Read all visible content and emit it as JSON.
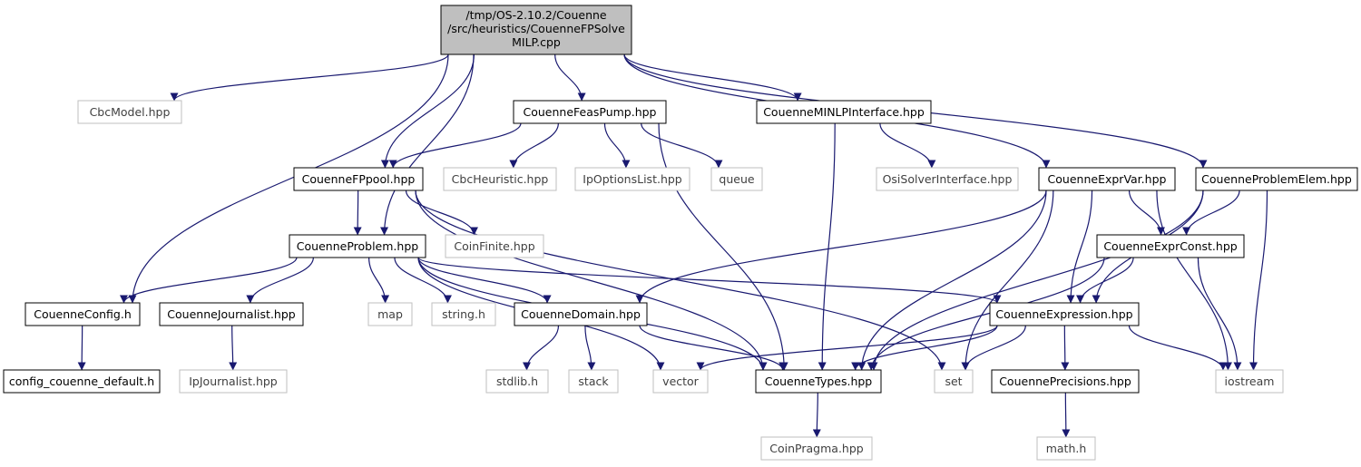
{
  "colors": {
    "edge": "#191970",
    "root_fill": "#bfbfbf",
    "node_border": "#000000",
    "system_border": "#bfbfbf",
    "background": "#ffffff"
  },
  "diagram": {
    "root": {
      "id": "root",
      "lines": [
        "/tmp/OS-2.10.2/Couenne",
        "/src/heuristics/CouenneFPSolve",
        "MILP.cpp"
      ]
    },
    "nodes": [
      {
        "id": "cbcmodel",
        "label": "CbcModel.hpp",
        "kind": "system"
      },
      {
        "id": "feaspump",
        "label": "CouenneFeasPump.hpp",
        "kind": "header"
      },
      {
        "id": "minlp",
        "label": "CouenneMINLPInterface.hpp",
        "kind": "header"
      },
      {
        "id": "fppool",
        "label": "CouenneFPpool.hpp",
        "kind": "header"
      },
      {
        "id": "cbcheur",
        "label": "CbcHeuristic.hpp",
        "kind": "system"
      },
      {
        "id": "ipopts",
        "label": "IpOptionsList.hpp",
        "kind": "system"
      },
      {
        "id": "queue",
        "label": "queue",
        "kind": "system"
      },
      {
        "id": "osisolver",
        "label": "OsiSolverInterface.hpp",
        "kind": "system"
      },
      {
        "id": "exprvar",
        "label": "CouenneExprVar.hpp",
        "kind": "header"
      },
      {
        "id": "probelem",
        "label": "CouenneProblemElem.hpp",
        "kind": "header"
      },
      {
        "id": "problem",
        "label": "CouenneProblem.hpp",
        "kind": "header"
      },
      {
        "id": "coinfinite",
        "label": "CoinFinite.hpp",
        "kind": "system"
      },
      {
        "id": "exprconst",
        "label": "CouenneExprConst.hpp",
        "kind": "header"
      },
      {
        "id": "config",
        "label": "CouenneConfig.h",
        "kind": "header"
      },
      {
        "id": "journalist",
        "label": "CouenneJournalist.hpp",
        "kind": "header"
      },
      {
        "id": "map",
        "label": "map",
        "kind": "system"
      },
      {
        "id": "stringh",
        "label": "string.h",
        "kind": "system"
      },
      {
        "id": "domain",
        "label": "CouenneDomain.hpp",
        "kind": "header"
      },
      {
        "id": "expression",
        "label": "CouenneExpression.hpp",
        "kind": "header"
      },
      {
        "id": "configdef",
        "label": "config_couenne_default.h",
        "kind": "header"
      },
      {
        "id": "ipjournalist",
        "label": "IpJournalist.hpp",
        "kind": "system"
      },
      {
        "id": "stdlib",
        "label": "stdlib.h",
        "kind": "system"
      },
      {
        "id": "stack",
        "label": "stack",
        "kind": "system"
      },
      {
        "id": "vector",
        "label": "vector",
        "kind": "system"
      },
      {
        "id": "types",
        "label": "CouenneTypes.hpp",
        "kind": "header"
      },
      {
        "id": "set",
        "label": "set",
        "kind": "system"
      },
      {
        "id": "precisions",
        "label": "CouennePrecisions.hpp",
        "kind": "header"
      },
      {
        "id": "iostream",
        "label": "iostream",
        "kind": "system"
      },
      {
        "id": "coinpragma",
        "label": "CoinPragma.hpp",
        "kind": "system"
      },
      {
        "id": "mathh",
        "label": "math.h",
        "kind": "system"
      }
    ],
    "edges": [
      [
        "root",
        "cbcmodel"
      ],
      [
        "root",
        "feaspump"
      ],
      [
        "root",
        "minlp"
      ],
      [
        "root",
        "fppool"
      ],
      [
        "root",
        "exprvar"
      ],
      [
        "root",
        "probelem"
      ],
      [
        "root",
        "problem"
      ],
      [
        "root",
        "config"
      ],
      [
        "feaspump",
        "fppool"
      ],
      [
        "feaspump",
        "cbcheur"
      ],
      [
        "feaspump",
        "ipopts"
      ],
      [
        "feaspump",
        "queue"
      ],
      [
        "feaspump",
        "types"
      ],
      [
        "minlp",
        "osisolver"
      ],
      [
        "minlp",
        "types"
      ],
      [
        "fppool",
        "problem"
      ],
      [
        "fppool",
        "coinfinite"
      ],
      [
        "fppool",
        "types"
      ],
      [
        "fppool",
        "set"
      ],
      [
        "exprvar",
        "domain"
      ],
      [
        "exprvar",
        "exprconst"
      ],
      [
        "exprvar",
        "expression"
      ],
      [
        "exprvar",
        "types"
      ],
      [
        "exprvar",
        "set"
      ],
      [
        "exprvar",
        "iostream"
      ],
      [
        "probelem",
        "exprconst"
      ],
      [
        "probelem",
        "expression"
      ],
      [
        "probelem",
        "types"
      ],
      [
        "probelem",
        "iostream"
      ],
      [
        "problem",
        "config"
      ],
      [
        "problem",
        "journalist"
      ],
      [
        "problem",
        "map"
      ],
      [
        "problem",
        "stringh"
      ],
      [
        "problem",
        "domain"
      ],
      [
        "problem",
        "expression"
      ],
      [
        "problem",
        "types"
      ],
      [
        "problem",
        "vector"
      ],
      [
        "exprconst",
        "expression"
      ],
      [
        "exprconst",
        "types"
      ],
      [
        "exprconst",
        "iostream"
      ],
      [
        "config",
        "configdef"
      ],
      [
        "journalist",
        "ipjournalist"
      ],
      [
        "domain",
        "stdlib"
      ],
      [
        "domain",
        "stack"
      ],
      [
        "domain",
        "types"
      ],
      [
        "expression",
        "vector"
      ],
      [
        "expression",
        "types"
      ],
      [
        "expression",
        "set"
      ],
      [
        "expression",
        "precisions"
      ],
      [
        "expression",
        "iostream"
      ],
      [
        "types",
        "coinpragma"
      ],
      [
        "precisions",
        "mathh"
      ]
    ]
  }
}
